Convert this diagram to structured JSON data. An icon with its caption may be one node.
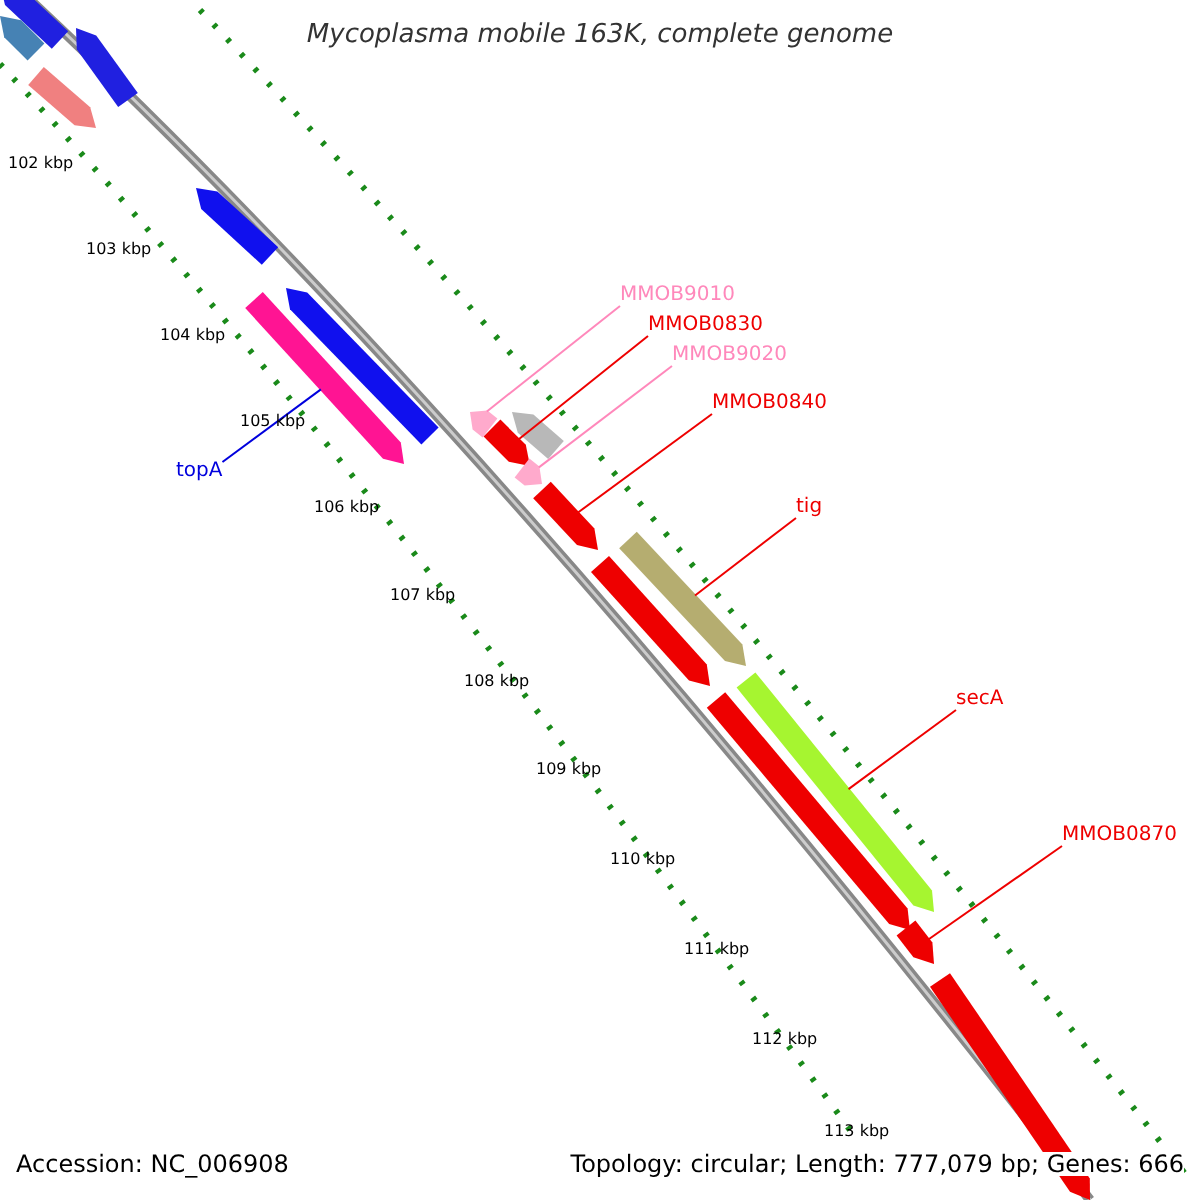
{
  "diagram": {
    "title": "Mycoplasma mobile 163K, complete genome",
    "nodes": [
      {
        "text": [
          "MMOB9010"
        ]
      },
      {
        "text": [
          "MMOB0830"
        ]
      },
      {
        "text": [
          "MMOB9020"
        ]
      },
      {
        "text": [
          "MMOB0840"
        ]
      },
      {
        "text": [
          "topA"
        ]
      },
      {
        "text": [
          "tig"
        ]
      },
      {
        "text": [
          "secA"
        ]
      },
      {
        "text": [
          "MMOB0870"
        ]
      },
      {
        "text": [],
        "shape": "bar"
      },
      {
        "text": [],
        "shape": "bar"
      },
      {
        "text": [],
        "shape": "bar"
      },
      {
        "text": [],
        "shape": "bar"
      },
      {
        "text": [],
        "shape": "bar"
      },
      {
        "text": [],
        "shape": "bar"
      },
      {
        "text": [],
        "shape": "bar"
      },
      {
        "text": [],
        "shape": "bar"
      },
      {
        "text": [],
        "shape": "bar"
      },
      {
        "text": [],
        "shape": "bar"
      },
      {
        "text": [],
        "shape": "bar"
      },
      {
        "text": [],
        "shape": "bar"
      },
      {
        "text": [],
        "shape": "bar"
      },
      {
        "text": [],
        "shape": "bar"
      },
      {
        "text": [],
        "shape": "bar"
      },
      {
        "text": [],
        "shape": "bar"
      },
      {
        "text": [],
        "shape": "bar"
      },
      {
        "text": [],
        "shape": "bar"
      }
    ],
    "edges": [
      {
        "from": 0,
        "to": 8,
        "arrow": "none",
        "color": "#ff88bb"
      },
      {
        "from": 1,
        "to": 9,
        "arrow": "none"
      },
      {
        "from": 2,
        "to": 10,
        "arrow": "none",
        "color": "#ff88bb"
      },
      {
        "from": 3,
        "to": 11,
        "arrow": "none"
      },
      {
        "from": 4,
        "to": 12,
        "arrow": "none",
        "color": "#0000dd"
      },
      {
        "from": 5,
        "to": 13,
        "arrow": "none"
      },
      {
        "from": 6,
        "to": 14,
        "arrow": "none"
      },
      {
        "from": 7,
        "to": 15,
        "arrow": "none"
      }
    ],
    "labels": [
      "102 kbp",
      "103 kbp",
      "104 kbp",
      "105 kbp",
      "106 kbp",
      "107 kbp",
      "108 kbp",
      "109 kbp",
      "110 kbp",
      "111 kbp",
      "112 kbp",
      "113 kbp",
      "Accession: NC_006908",
      "Topology: circular; Length: 777,079 bp; Genes: 666"
    ]
  }
}
